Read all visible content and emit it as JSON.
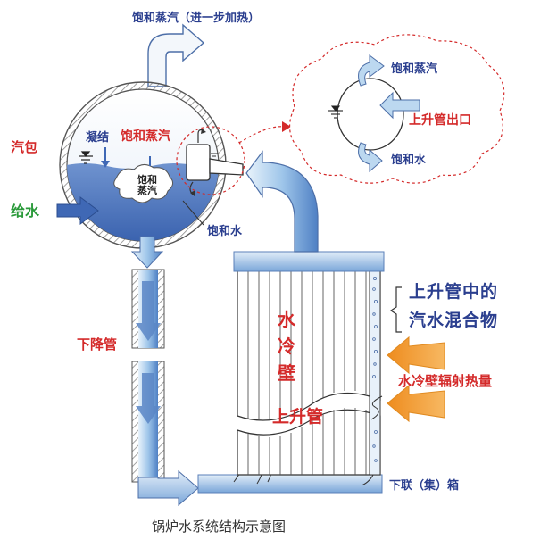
{
  "labels": {
    "steam_out": "饱和蒸汽（进一步加热）",
    "drum": "汽包",
    "condense": "凝结",
    "sat_steam_drum": "饱和蒸汽",
    "feedwater": "给水",
    "sat_water_drum": "饱和水",
    "downcomer": "下降管",
    "bubble_line1": "饱和",
    "bubble_line2": "蒸汽",
    "detail_steam": "饱和蒸汽",
    "detail_riser_outlet": "上升管出口",
    "detail_water": "饱和水",
    "mixture_line1": "上升管中的",
    "mixture_line2": "汽水混合物",
    "waterwall": "水冷壁",
    "riser": "上升管",
    "radiant_heat": "水冷壁辐射热量",
    "lower_header": "下联（集）箱",
    "caption": "锅炉水系统结构示意图"
  },
  "colors": {
    "water_dark": "#3f68b5",
    "water_light": "#dfeaf7",
    "pipe_light": "#bcd8f0",
    "heat_arrow": "#f4a23a",
    "detail_border": "#d42a2a"
  }
}
